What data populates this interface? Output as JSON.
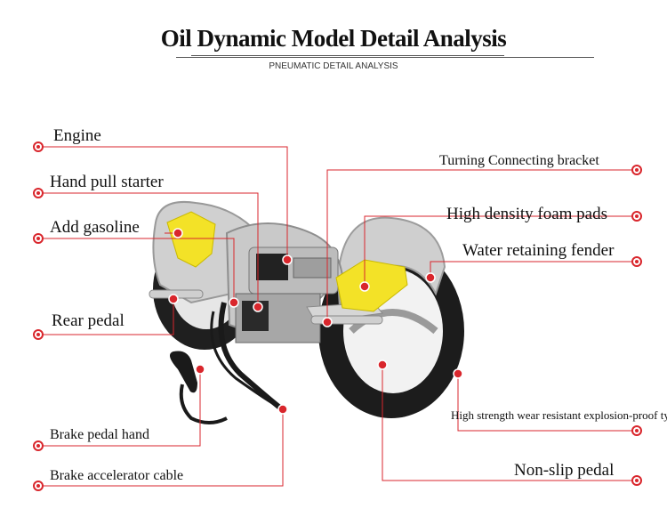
{
  "header": {
    "title": "Oil  Dynamic Model Detail Analysis",
    "subtitle": "PNEUMATIC DETAIL ANALYSIS"
  },
  "labels": {
    "engine": "Engine",
    "hand_pull_starter": "Hand pull starter",
    "add_gasoline": "Add gasoline",
    "rear_pedal": "Rear pedal",
    "brake_pedal_hand": "Brake pedal hand",
    "brake_accelerator_cable": "Brake accelerator cable",
    "turning_bracket": "Turning Connecting  bracket",
    "foam_pads": "High density foam pads",
    "fender": "Water retaining fender",
    "tyres": "High strength wear resistant explosion-proof tyres",
    "non_slip_pedal": "Non-slip pedal"
  },
  "colors": {
    "accent": "#d9262c",
    "frame": "#c8c8c8",
    "tire": "#1c1c1c",
    "pad": "#f3e227"
  }
}
